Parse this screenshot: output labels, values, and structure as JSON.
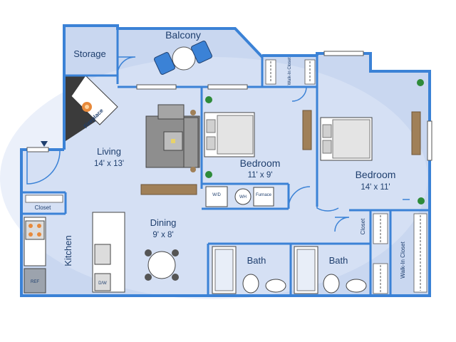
{
  "colors": {
    "wall": "#3b82d6",
    "floor": "#c5d4ef",
    "floor_light": "#dbe4f5",
    "fireplace": "#3b3b3b",
    "wood": "#a08058",
    "plant": "#2e8b3a",
    "accent_orange": "#e8893a",
    "chair_blue": "#3b82d6"
  },
  "rooms": {
    "balcony": {
      "name": "Balcony"
    },
    "storage": {
      "name": "Storage"
    },
    "fireplace": {
      "name": "Fireplace"
    },
    "living": {
      "name": "Living",
      "dims": "14' x 13'"
    },
    "dining": {
      "name": "Dining",
      "dims": "9' x 8'"
    },
    "kitchen": {
      "name": "Kitchen"
    },
    "closet_entry": {
      "name": "Closet"
    },
    "bedroom1": {
      "name": "Bedroom",
      "dims": "11' x 9'"
    },
    "bedroom2": {
      "name": "Bedroom",
      "dims": "14' x 11'"
    },
    "walkin_closet_1": {
      "name": "Walk-In Closet"
    },
    "walkin_closet_2": {
      "name": "Walk-In Closet"
    },
    "closet_hall": {
      "name": "Closet"
    },
    "bath1": {
      "name": "Bath"
    },
    "bath2": {
      "name": "Bath"
    }
  },
  "appliances": {
    "washer_dryer": "W/D",
    "water_heater": "WH",
    "furnace": "Furnace",
    "refrigerator": "REF",
    "dishwasher": "D/W"
  }
}
